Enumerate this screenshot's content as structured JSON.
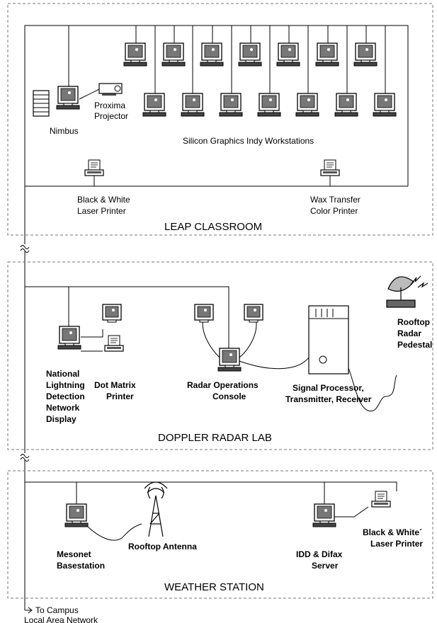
{
  "leap": {
    "title": "LEAP CLASSROOM",
    "nimbus": "Nimbus",
    "proxima_1": "Proxima",
    "proxima_2": "Projector",
    "indy": "Silicon Graphics Indy Workstations",
    "bw_printer_1": "Black & White",
    "bw_printer_2": "Laser Printer",
    "wax_printer_1": "Wax Transfer",
    "wax_printer_2": "Color Printer"
  },
  "doppler": {
    "title": "DOPPLER RADAR LAB",
    "nldn": [
      "National",
      "Lightning",
      "Detection",
      "Network",
      "Display"
    ],
    "dot_matrix_1": "Dot Matrix",
    "dot_matrix_2": "Printer",
    "radar_console_1": "Radar Operations",
    "radar_console_2": "Console",
    "signal_1": "Signal Processor,",
    "signal_2": "Transmitter, Receiver",
    "pedestal": [
      "Rooftop",
      "Radar",
      "Pedestal"
    ]
  },
  "weather": {
    "title": "WEATHER STATION",
    "mesonet_1": "Mesonet",
    "mesonet_2": "Basestation",
    "antenna": "Rooftop Antenna",
    "idd_1": "IDD & Difax",
    "idd_2": "Server",
    "bw_printer_1": "Black & White´",
    "bw_printer_2": "Laser Printer"
  },
  "campus": {
    "line1": "To Campus",
    "line2": "Local Area Network"
  }
}
